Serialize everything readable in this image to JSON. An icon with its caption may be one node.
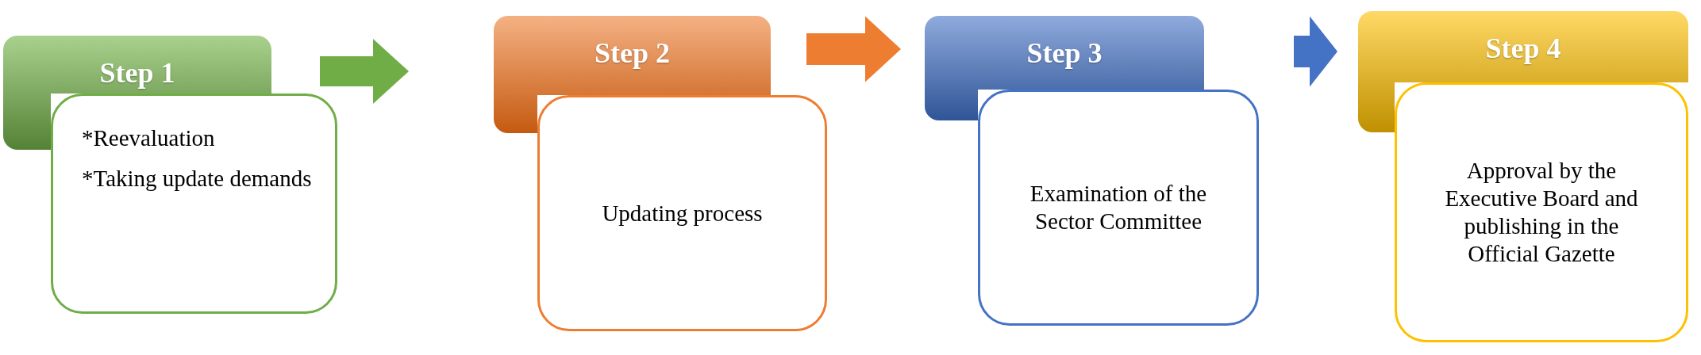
{
  "diagram": {
    "nodes": [
      {
        "text": [
          "Step 1"
        ]
      },
      {
        "text": [
          "*Reevaluation",
          "*Taking update demands"
        ]
      },
      {
        "text": [
          "Step 2"
        ]
      },
      {
        "text": [
          "Updating process"
        ]
      },
      {
        "text": [
          "Step 3"
        ]
      },
      {
        "text": [
          "Examination of the Sector Committee"
        ]
      },
      {
        "text": [
          "Step 4"
        ]
      },
      {
        "text": [
          "Approval by the Executive Board and publishing in the Official Gazette"
        ]
      }
    ],
    "edges": [
      {
        "from": 0,
        "to": 2,
        "arrow": "to",
        "color": "#70ad47"
      },
      {
        "from": 2,
        "to": 4,
        "arrow": "to",
        "color": "#ed7d31"
      },
      {
        "from": 4,
        "to": 6,
        "arrow": "to",
        "color": "#4472c4"
      }
    ]
  }
}
